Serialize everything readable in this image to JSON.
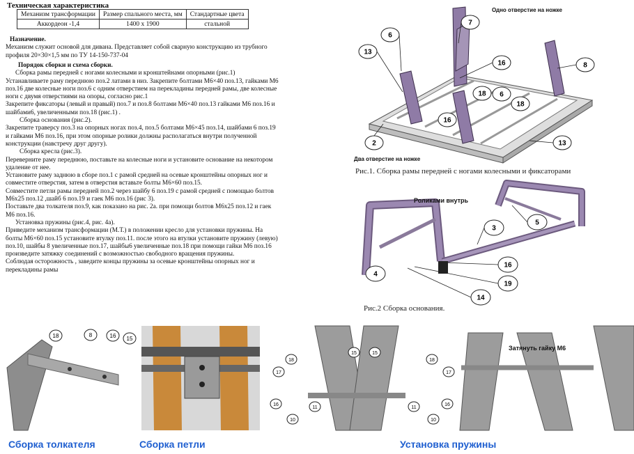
{
  "spec": {
    "title": "Техническая характеристика",
    "headers": [
      "Механизм трансформации",
      "Размер спального места, мм",
      "Стандартные цвета"
    ],
    "row": [
      "Аккордеон -1,4",
      "1400 x 1900",
      "стальной"
    ]
  },
  "purpose": {
    "heading": "Назначение.",
    "text": "Механизм служит основой для дивана. Представляет собой сварную конструкцию из трубного профиля 20×30×1,5 мм по ТУ 14-150-737-04"
  },
  "procedure": {
    "heading": "Порядок сборки и схема сборки.",
    "paragraphs": [
      "Сборка рамы передней с ногами колесными и кронштейнами опорными (рис.1)",
      "Устанавливаете раму переднюю поз.2 латами в низ. Закрепите болтами М6×40 поз.13, гайками М6 поз.16 две колесные ноги поз.6 с одним отверстием на перекладины передней рамы, две колесные ноги с двумя отверстиями на опоры, согласно рис.1",
      "Закрепите фиксаторы (левый и правый) поз.7 и поз.8 болтами М6×40 поз.13 гайками М6 поз.16 и шайбами6, увеличенными поз.18 (рис.1) .",
      "Сборка основания (рис.2).",
      "Закрепите траверсу поз.3 на опорных ногах поз.4, поз.5 болтами М6×45 поз.14, шайбами 6 поз.19 и гайками М6 поз.16, при этом опорные ролики должны располагаться внутри полученной конструкции (навстречу друг другу).",
      "Сборка кресла (рис.3).",
      "Переверните раму переднюю, поставьте на колесные ноги и установите основание на некотором удаление от нее.",
      "Установите раму заднюю в сборе поз.1 с рамой средней на осевые кронштейны опорных ног и совместите отверстия, затем в отверстия вставьте болты М6×60 поз.15.",
      "Совместите петли рамы передней поз.2 через шайбу 6 поз.19 с рамой средней с помощью болтов М6х25 поз.12 ,шайб 6 поз.19 и гаек М6 поз.16 (рис 3).",
      "Поставьте два толкателя поз.9, как показано на рис. 2а. при помощи болтов М6х25 поз.12 и гаек М6 поз.16.",
      "Установка пружины (рис.4, рис. 4а).",
      "Приведите механизм трансформации (М.Т.) в положении кресло для установки пружины. На болты М6×60 поз.15 установите втулку поз.11. после этого на втулки установите пружину (левую) поз.10, шайбы 8 увеличенные поз.17, шайбы6 увеличенные поз.18 при помощи гайки М6 поз.16 произведите затяжку соединений с возможностью свободного вращения пружины.",
      "Соблюдая осторожность , заведите концы пружины за осевые кронштейны опорных ног и перекладины рамы"
    ]
  },
  "figure1": {
    "caption": "Рис.1. Сборка рамы передней с ногами колесными и фиксаторами",
    "label_top": "Одно отверстие на ножке",
    "label_bottom": "Два отверстие на ножке",
    "callouts": [
      "6",
      "7",
      "13",
      "16",
      "8",
      "18",
      "6",
      "18",
      "16",
      "2",
      "13"
    ]
  },
  "figure2": {
    "caption": "Рис.2 Сборка основания.",
    "label": "Роликами внутрь",
    "callouts": [
      "5",
      "3",
      "4",
      "16",
      "19",
      "14"
    ]
  },
  "bottom": {
    "captions": [
      "Сборка толкателя",
      "Сборка петли",
      "Установка пружины"
    ],
    "pusher_callouts": [
      "18",
      "8",
      "16",
      "15"
    ],
    "spring_callouts": [
      "18",
      "17",
      "16",
      "10",
      "11",
      "15",
      "15",
      "18",
      "17",
      "11",
      "10",
      "16"
    ],
    "tighten_label": "Затянуть гайку М6"
  },
  "colors": {
    "caption_blue": "#1f5fd0",
    "frame_purple": "#8f7ba6",
    "wood": "#c9893a",
    "steel_gray": "#8d8d8d"
  }
}
